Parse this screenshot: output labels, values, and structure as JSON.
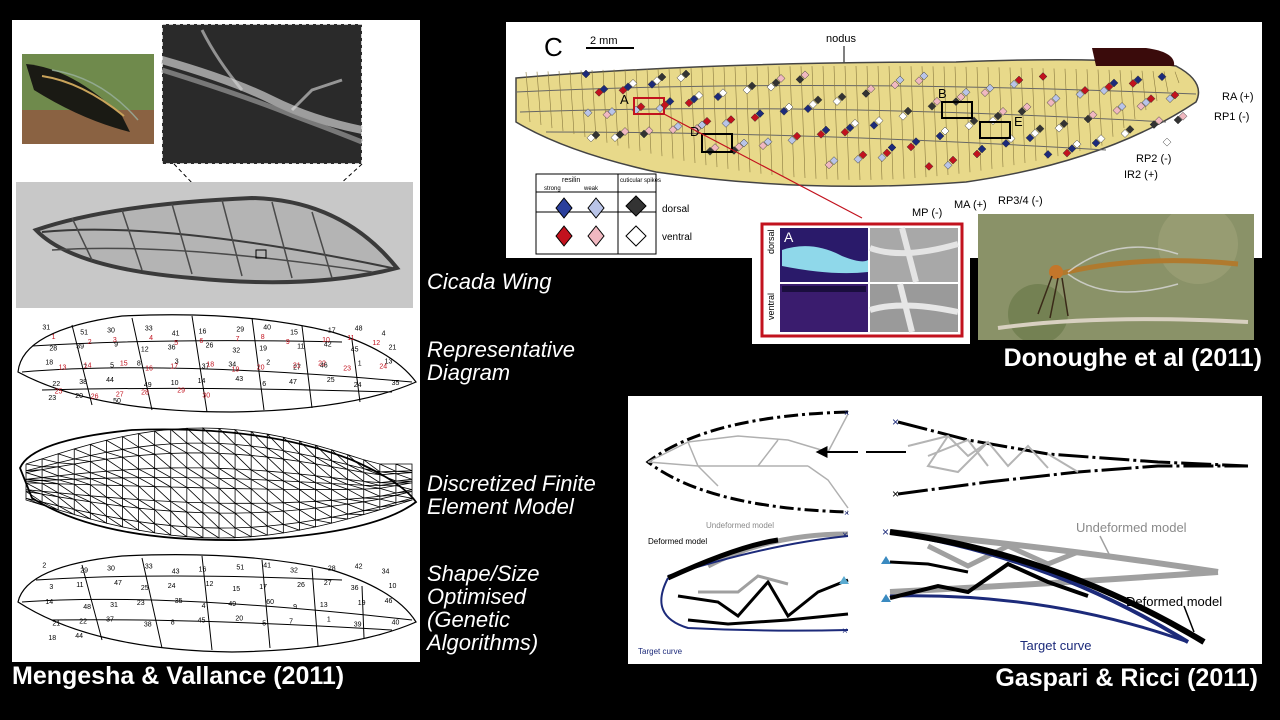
{
  "citations": {
    "left": "Mengesha & Vallance (2011)",
    "top_right": "Donoughe et al (2011)",
    "bottom_right": "Gaspari & Ricci (2011)"
  },
  "captions": {
    "cicada_wing": "Cicada Wing",
    "representative_line1": "Representative",
    "representative_line2": "Diagram",
    "fe_line1": "Discretized Finite",
    "fe_line2": "Element Model",
    "shape_line1": "Shape/Size",
    "shape_line2": "Optimised",
    "shape_line3": "(Genetic",
    "shape_line4": "Algorithms)"
  },
  "dragonfly_figure": {
    "panel_letter": "C",
    "scale_bar": "2 mm",
    "nodus": "nodus",
    "box_labels": [
      "A",
      "B",
      "D",
      "E"
    ],
    "veins": [
      "RA (+)",
      "RP1 (-)",
      "RP2 (-)",
      "IR2 (+)",
      "RP3/4 (-)",
      "MA (+)",
      "MP (-)"
    ],
    "legend": {
      "col1": "resilin",
      "col1_sub": [
        "strong",
        "weak"
      ],
      "col2": "cuticular spikes",
      "rows": [
        "dorsal",
        "ventral"
      ]
    },
    "inset": {
      "letter": "A",
      "side_labels": [
        "dorsal",
        "ventral"
      ]
    }
  },
  "gaspari_figure": {
    "undeformed": "Undeformed model",
    "deformed": "Deformed model",
    "target": "Target curve"
  },
  "numbers": {
    "representative_black": [
      "31",
      "51",
      "30",
      "33",
      "41",
      "16",
      "29",
      "40",
      "15",
      "17",
      "48",
      "4",
      "28",
      "39",
      "9",
      "12",
      "36",
      "26",
      "32",
      "19",
      "11",
      "42",
      "45",
      "21",
      "18",
      "7",
      "5",
      "8",
      "3",
      "37",
      "34",
      "2",
      "27",
      "46",
      "1",
      "13",
      "22",
      "38",
      "44",
      "49",
      "10",
      "14",
      "43",
      "6",
      "47",
      "25",
      "24",
      "35",
      "23",
      "20",
      "50"
    ],
    "representative_red": [
      "1",
      "2",
      "3",
      "4",
      "5",
      "6",
      "7",
      "8",
      "9",
      "10",
      "11",
      "12",
      "13",
      "14",
      "15",
      "16",
      "17",
      "18",
      "19",
      "20",
      "21",
      "22",
      "23",
      "24",
      "25",
      "26",
      "27",
      "28",
      "29",
      "30"
    ],
    "optimised": [
      "2",
      "29",
      "30",
      "33",
      "43",
      "16",
      "51",
      "41",
      "32",
      "28",
      "42",
      "34",
      "3",
      "11",
      "47",
      "25",
      "24",
      "12",
      "15",
      "17",
      "26",
      "27",
      "36",
      "10",
      "14",
      "48",
      "31",
      "23",
      "35",
      "4",
      "49",
      "60",
      "9",
      "13",
      "19",
      "46",
      "21",
      "22",
      "37",
      "38",
      "8",
      "45",
      "20",
      "5",
      "7",
      "1",
      "39",
      "40",
      "18",
      "44"
    ]
  },
  "colors": {
    "background": "#000000",
    "caption_text": "#ffffff",
    "wing_fill": "#e8d98a",
    "red_accent": "#c2121e",
    "blue_accent": "#1c2a7a"
  }
}
